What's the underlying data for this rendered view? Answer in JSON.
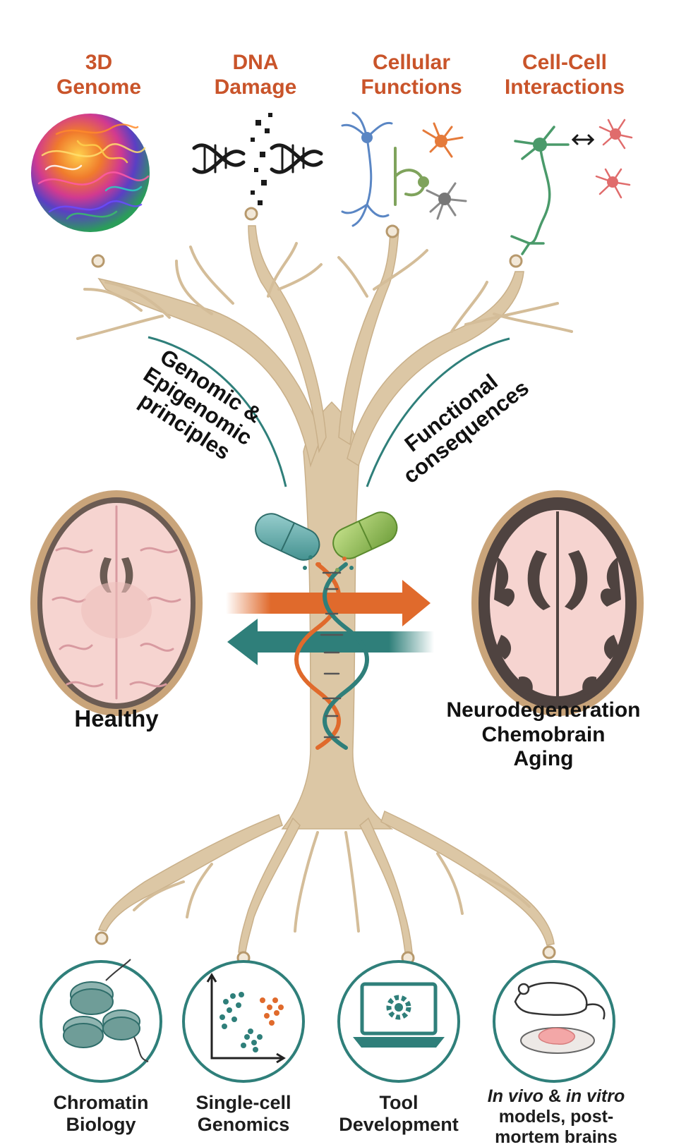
{
  "top_categories": [
    {
      "line1": "3D",
      "line2": "Genome"
    },
    {
      "line1": "DNA",
      "line2": "Damage"
    },
    {
      "line1": "Cellular",
      "line2": "Functions"
    },
    {
      "line1": "Cell-Cell",
      "line2": "Interactions"
    }
  ],
  "left_curve": {
    "line1": "Genomic &",
    "line2": "Epigenomic",
    "line3": "principles"
  },
  "right_curve": {
    "line1": "Functional",
    "line2": "consequences"
  },
  "healthy_label": "Healthy",
  "disease_labels": {
    "line1": "Neurodegeneration",
    "line2": "Chemobrain",
    "line3": "Aging"
  },
  "bottom_categories": [
    {
      "line1": "Chromatin",
      "line2": "Biology"
    },
    {
      "line1": "Single-cell",
      "line2": "Genomics"
    },
    {
      "line1": "Tool",
      "line2": "Development"
    },
    {
      "line1_italic_a": "In vivo",
      "line1_mid": " & ",
      "line1_italic_b": "in vitro",
      "line2": "models, post-",
      "line3": "mortem brains"
    }
  ],
  "colors": {
    "top_label": "#c9542a",
    "tree": "#d9c4a3",
    "teal": "#2f7f7a",
    "orange": "#e06a2c",
    "brain_pink": "#f6d4d0",
    "brain_rim": "#c9a47a"
  }
}
